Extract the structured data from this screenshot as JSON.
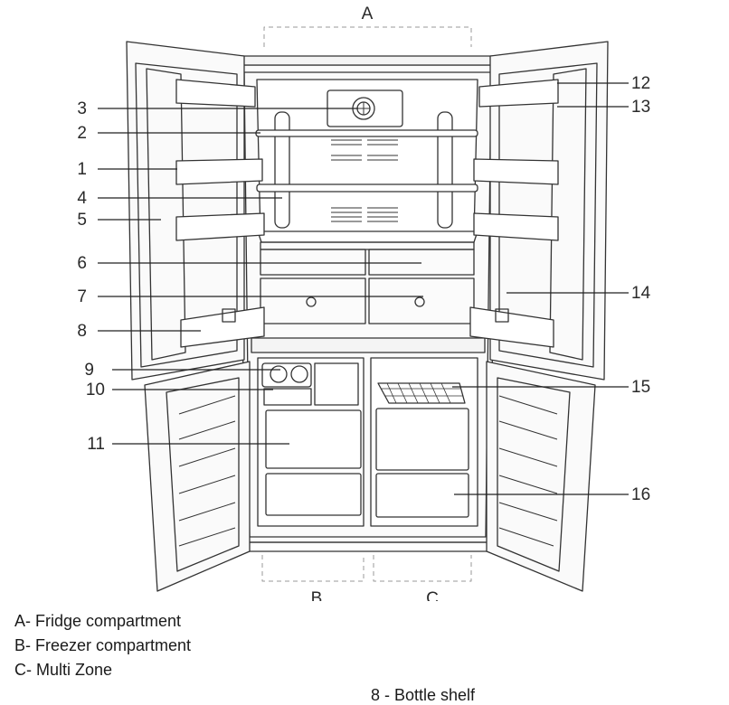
{
  "callouts": {
    "n1": "1",
    "n2": "2",
    "n3": "3",
    "n4": "4",
    "n5": "5",
    "n6": "6",
    "n7": "7",
    "n8": "8",
    "n9": "9",
    "n10": "10",
    "n11": "11",
    "n12": "12",
    "n13": "13",
    "n14": "14",
    "n15": "15",
    "n16": "16"
  },
  "zones": {
    "a": "A",
    "b": "B",
    "c": "C"
  },
  "legend": [
    "A-  Fridge compartment",
    "B-  Freezer compartment",
    "C-  Multi Zone"
  ],
  "cutoff_text": "8 - Bottle shelf"
}
